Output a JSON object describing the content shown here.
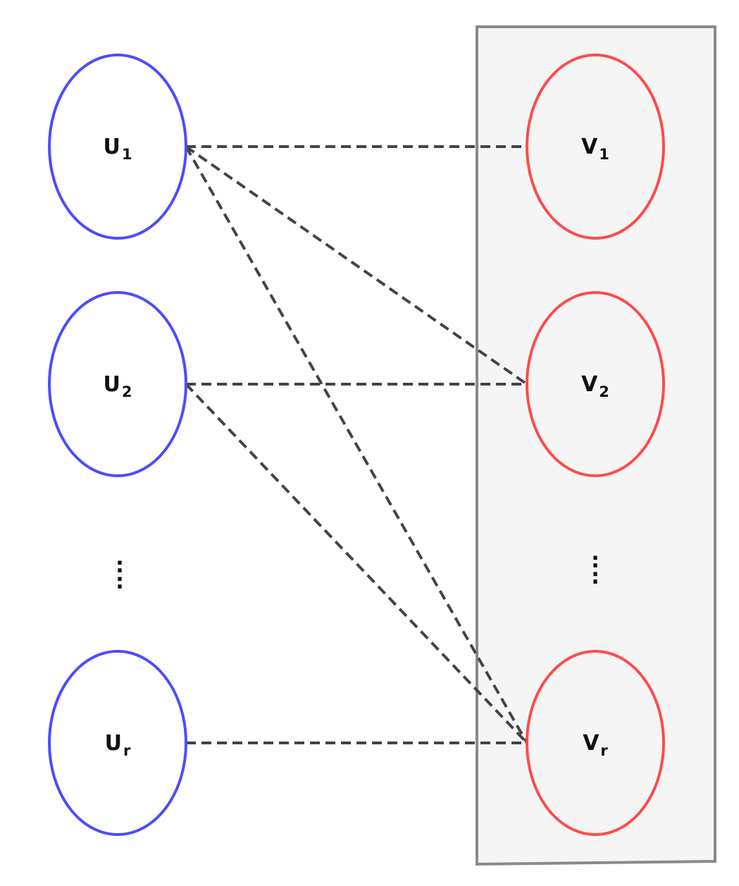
{
  "colors": {
    "left_node_stroke": "#4c4cff",
    "right_node_stroke": "#ff4b4b",
    "edge": "#444444",
    "box_stroke": "#8a8a8a",
    "box_fill": "#f5f5f5",
    "label": "#111111"
  },
  "left_nodes": [
    {
      "id": "u1",
      "main": "U",
      "sub": "1"
    },
    {
      "id": "u2",
      "main": "U",
      "sub": "2"
    },
    {
      "id": "ur",
      "main": "U",
      "sub": "r"
    }
  ],
  "right_nodes": [
    {
      "id": "v1",
      "main": "V",
      "sub": "1"
    },
    {
      "id": "v2",
      "main": "V",
      "sub": "2"
    },
    {
      "id": "vr",
      "main": "V",
      "sub": "r"
    }
  ],
  "ellipsis": ":",
  "edges": [
    {
      "from": "u1",
      "to": "v1"
    },
    {
      "from": "u1",
      "to": "v2"
    },
    {
      "from": "u1",
      "to": "vr"
    },
    {
      "from": "u2",
      "to": "v2"
    },
    {
      "from": "u2",
      "to": "vr"
    },
    {
      "from": "ur",
      "to": "vr"
    }
  ]
}
